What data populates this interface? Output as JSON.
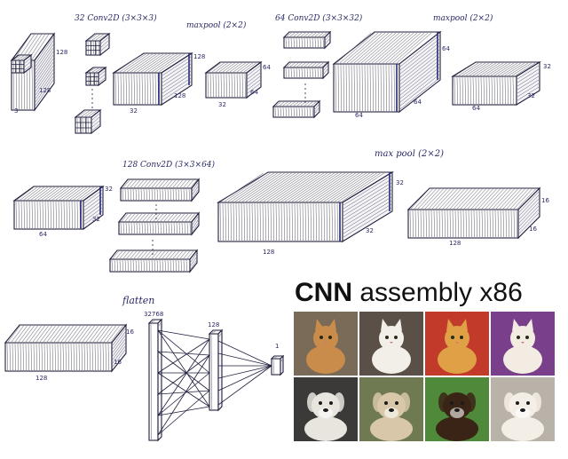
{
  "labels": {
    "conv1": "32 Conv2D (3×3×3)",
    "maxpool1": "maxpool (2×2)",
    "conv2": "64 Conv2D (3×3×32)",
    "maxpool2": "maxpool (2×2)",
    "conv3": "128 Conv2D (3×3×64)",
    "maxpool3": "max pool (2×2)",
    "flatten": "flatten",
    "flatten_count": "32768",
    "dense_count": "128",
    "output_count": "1"
  },
  "dims": {
    "input": [
      "128",
      "128",
      "3"
    ],
    "conv1_out": [
      "128",
      "128",
      "32"
    ],
    "pool1_out": [
      "64",
      "64",
      "32"
    ],
    "conv2_out": [
      "64",
      "64",
      "64"
    ],
    "pool2_out": [
      "32",
      "32",
      "64"
    ],
    "conv3_in": [
      "32",
      "32",
      "64"
    ],
    "conv3_out": [
      "32",
      "32",
      "128"
    ],
    "pool3_out": [
      "16",
      "16",
      "128"
    ],
    "flatten_in": [
      "16",
      "16",
      "128"
    ]
  },
  "title": {
    "bold": "CNN",
    "rest": " assembly x86"
  },
  "photos": [
    {
      "name": "cat-photo-1",
      "kind": "cat",
      "bg": "#7a6a58",
      "fur": "#c98c4a"
    },
    {
      "name": "cat-photo-2",
      "kind": "cat",
      "bg": "#5a5048",
      "fur": "#f2efe9"
    },
    {
      "name": "cat-photo-3",
      "kind": "cat",
      "bg": "#c23a2a",
      "fur": "#e0a045"
    },
    {
      "name": "cat-photo-4",
      "kind": "cat",
      "bg": "#7a3f8a",
      "fur": "#f3ece2"
    },
    {
      "name": "dog-photo-1",
      "kind": "dog",
      "bg": "#3c3a38",
      "fur": "#e8e4de"
    },
    {
      "name": "dog-photo-2",
      "kind": "dog",
      "bg": "#6f7a52",
      "fur": "#d8c7a8"
    },
    {
      "name": "dog-photo-3",
      "kind": "dog",
      "bg": "#4f8a3a",
      "fur": "#3a2416"
    },
    {
      "name": "dog-photo-4",
      "kind": "dog",
      "bg": "#b8b2a8",
      "fur": "#f4efe6"
    }
  ]
}
